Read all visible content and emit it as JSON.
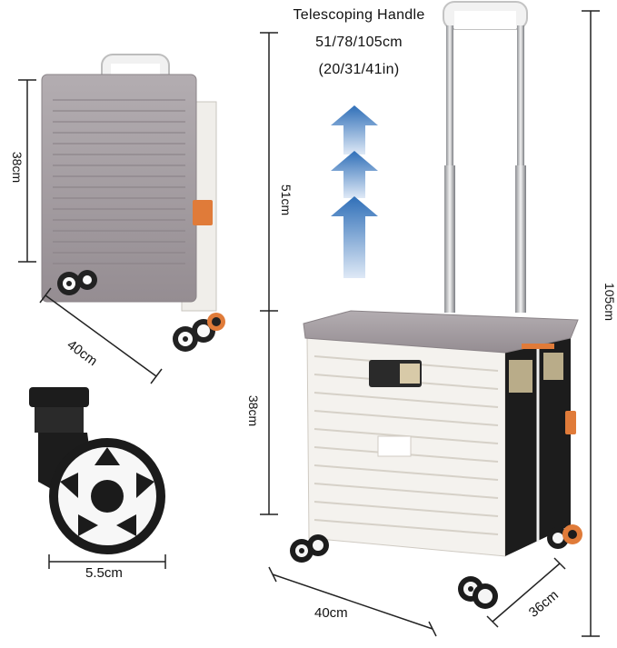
{
  "handle": {
    "title": "Telescoping Handle",
    "lengths_cm": "51/78/105cm",
    "lengths_in": "(20/31/41in)"
  },
  "dimensions": {
    "folded_height": "38cm",
    "folded_width": "40cm",
    "wheel_diameter": "5.5cm",
    "handle_height": "51cm",
    "box_height": "38cm",
    "total_height": "105cm",
    "box_width": "40cm",
    "box_depth": "36cm"
  },
  "colors": {
    "lid": "#a49ca0",
    "body": "#f4f2ee",
    "side_panel": "#1c1c1c",
    "accent": "#e07b39",
    "arrow": "#2f6fb8"
  }
}
